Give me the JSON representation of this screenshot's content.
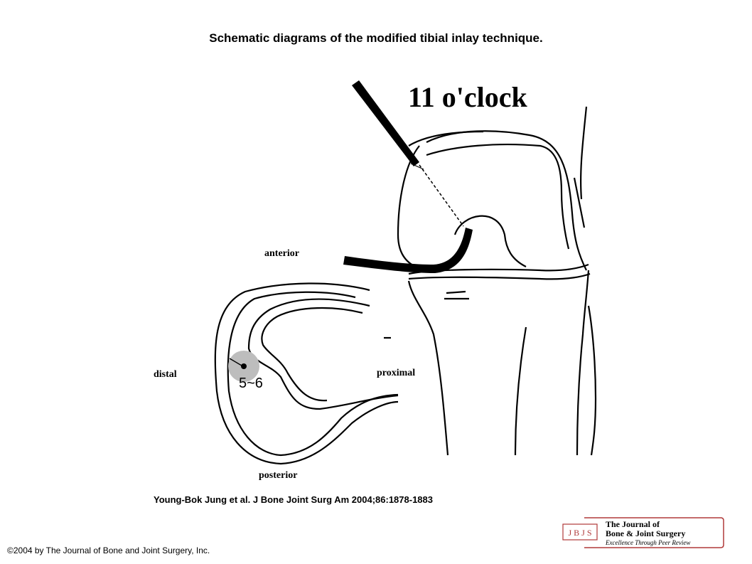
{
  "title": "Schematic diagrams of the modified tibial inlay technique.",
  "labels": {
    "clock": "11 o'clock",
    "anterior": "anterior",
    "distal": "distal",
    "proximal": "proximal",
    "posterior": "posterior",
    "measurement": "5~6"
  },
  "citation": "Young-Bok Jung et al. J Bone Joint Surg Am 2004;86:1878-1883",
  "copyright": "©2004 by The Journal of Bone and Joint Surgery, Inc.",
  "logo": {
    "monogram": "J B J S",
    "line1": "The Journal of",
    "line2": "Bone & Joint Surgery",
    "line3": "Excellence Through Peer Review"
  },
  "colors": {
    "ink": "#000000",
    "highlight": "#bdbdbd",
    "logo_accent": "#b03a3a"
  }
}
